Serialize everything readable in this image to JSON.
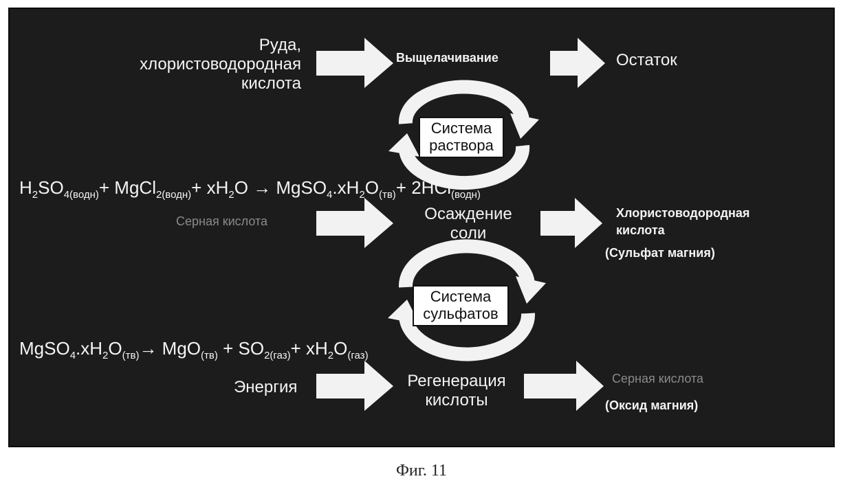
{
  "row1": {
    "input_lines": [
      "Руда,",
      "хлористоводородная",
      "кислота"
    ],
    "process": "Выщелачивание",
    "output": "Остаток"
  },
  "cycle1": {
    "lines": [
      "Система",
      "раствора"
    ]
  },
  "equation1": {
    "parts": [
      {
        "t": "H"
      },
      {
        "s": "2"
      },
      {
        "t": "SO"
      },
      {
        "s": "4(водн)"
      },
      {
        "t": "+ MgCl"
      },
      {
        "s": "2(водн)"
      },
      {
        "t": "+ xH"
      },
      {
        "s": "2"
      },
      {
        "t": "O → MgSO"
      },
      {
        "s": "4"
      },
      {
        "t": ".xH"
      },
      {
        "s": "2"
      },
      {
        "t": "O"
      },
      {
        "s": "(тв)"
      },
      {
        "t": "+ 2HCl"
      },
      {
        "s": "(водн)"
      }
    ]
  },
  "row2": {
    "input": "Серная кислота",
    "process_lines": [
      "Осаждение",
      "соли"
    ],
    "output_lines": [
      "Хлористоводородная",
      "кислота"
    ],
    "output_note": "(Сульфат магния)"
  },
  "cycle2": {
    "lines": [
      "Система",
      "сульфатов"
    ]
  },
  "equation2": {
    "parts": [
      {
        "t": "MgSO"
      },
      {
        "s": "4"
      },
      {
        "t": ".xH"
      },
      {
        "s": "2"
      },
      {
        "t": "O"
      },
      {
        "s": "(тв)"
      },
      {
        "t": "→ MgO"
      },
      {
        "s": "(тв)"
      },
      {
        "t": " + SO"
      },
      {
        "s": "2(газ)"
      },
      {
        "t": "+ xH"
      },
      {
        "s": "2"
      },
      {
        "t": "O"
      },
      {
        "s": "(газ)"
      }
    ]
  },
  "row3": {
    "input": "Энергия",
    "process_lines": [
      "Регенерация",
      "кислоты"
    ],
    "output": "Серная кислота",
    "output_note": "(Оксид магния)"
  },
  "caption": "Фиг. 11",
  "colors": {
    "background": "#1c1c1c",
    "text": "#f4f4f4",
    "dim_text": "#8a8a8a",
    "arrow": "#f2f2f2"
  }
}
